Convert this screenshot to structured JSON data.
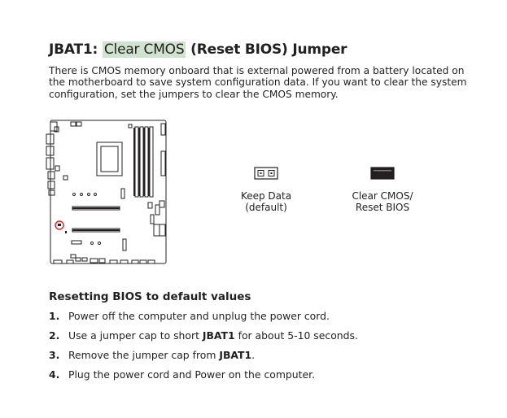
{
  "heading": {
    "prefix": "JBAT1: ",
    "highlight": "Clear CMOS",
    "suffix": " (Reset BIOS) Jumper"
  },
  "intro_lines": [
    "There is CMOS memory onboard that is external powered from a battery located on",
    "the motherboard to save system configuration data. If you want to clear the system",
    "configuration, set the jumpers to clear the CMOS memory."
  ],
  "jumper_keep": {
    "line1": "Keep Data",
    "line2": "(default)"
  },
  "jumper_clear": {
    "line1": "Clear CMOS/",
    "line2": "Reset BIOS"
  },
  "section_title": "Resetting BIOS to default values",
  "steps": [
    {
      "num": "1.",
      "pre": "Power off the computer and unplug the power cord.",
      "bold": "",
      "post": ""
    },
    {
      "num": "2.",
      "pre": "Use a jumper cap to short ",
      "bold": "JBAT1",
      "post": " for about 5-10 seconds."
    },
    {
      "num": "3.",
      "pre": "Remove the jumper cap from ",
      "bold": "JBAT1",
      "post": "."
    },
    {
      "num": "4.",
      "pre": "Plug the power cord and Power on the computer.",
      "bold": "",
      "post": ""
    }
  ],
  "colors": {
    "highlight": "#cfe3cf",
    "marker": "#e31e24",
    "text": "#231f20"
  }
}
